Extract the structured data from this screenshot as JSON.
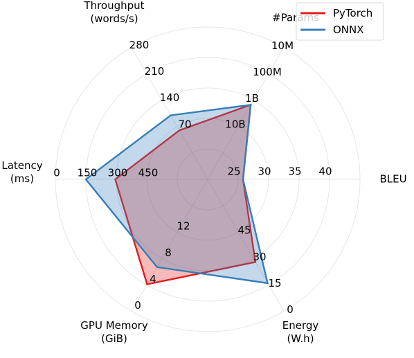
{
  "chart_data": {
    "type": "radar",
    "title": "",
    "axes": [
      {
        "name": "BLEU",
        "label": [
          "BLEU"
        ],
        "ticks": [
          "25",
          "30",
          "35",
          "40"
        ]
      },
      {
        "name": "#Params",
        "label": [
          "#Params"
        ],
        "ticks": [
          "1B",
          "100M",
          "10M"
        ],
        "inner_ticks": [
          "10B"
        ],
        "scale": "log, reversed"
      },
      {
        "name": "Throughput",
        "label": [
          "Throughput",
          "(words/s)"
        ],
        "ticks": [
          "70",
          "140",
          "210",
          "280"
        ]
      },
      {
        "name": "Latency",
        "label": [
          "Latency",
          "(ms)"
        ],
        "ticks": [
          "450",
          "300",
          "150",
          "0"
        ],
        "scale": "reversed"
      },
      {
        "name": "GPU Memory",
        "label": [
          "GPU Memory",
          "(GiB)"
        ],
        "ticks": [
          "12",
          "8",
          "4",
          "0"
        ],
        "scale": "reversed"
      },
      {
        "name": "Energy",
        "label": [
          "Energy",
          "(W.h)"
        ],
        "ticks": [
          "45",
          "30",
          "15",
          "0"
        ],
        "scale": "reversed"
      }
    ],
    "series": [
      {
        "name": "PyTorch",
        "color": "#e41a1c",
        "values": {
          "BLEU": 25.8,
          "#Params": "~1.5B",
          "Throughput": 60,
          "Latency": 295,
          "GPU Memory": 4.1,
          "Energy": 28
        }
      },
      {
        "name": "ONNX",
        "color": "#377eb8",
        "values": {
          "BLEU": 25.8,
          "#Params": "~1.5B",
          "Throughput": 100,
          "Latency": 150,
          "GPU Memory": 6.7,
          "Energy": 16
        }
      }
    ],
    "legend": {
      "position": "top-right",
      "entries": [
        "PyTorch",
        "ONNX"
      ]
    },
    "grid": true
  }
}
